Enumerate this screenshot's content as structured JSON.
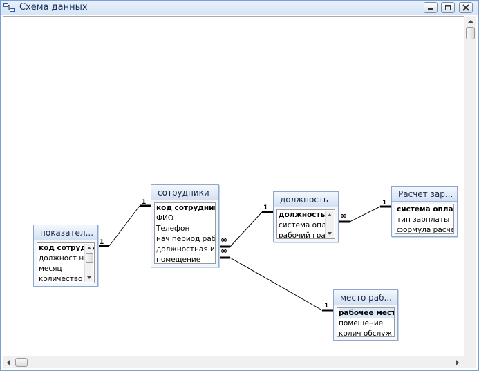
{
  "window": {
    "title": "Схема данных",
    "icon": "relationships-icon"
  },
  "tables": {
    "pokazateli": {
      "title": "показател...",
      "fields": [
        "код сотрудни",
        "должност на",
        "месяц",
        "количество о"
      ]
    },
    "sotrudniki": {
      "title": "сотрудники",
      "fields": [
        "код сотрудника",
        "ФИО",
        "Телефон",
        "нач период работ",
        "должностная инс",
        "помещение"
      ]
    },
    "dolzhnost": {
      "title": "должность",
      "fields": [
        "должность н",
        "система опла",
        "рабочий граф"
      ]
    },
    "raschet": {
      "title": "Расчет зар...",
      "fields": [
        "система оплаты",
        "тип зарплаты",
        "формула расчета"
      ]
    },
    "mesto": {
      "title": "место раб...",
      "fields": [
        "рабочее место",
        "помещение",
        "колич обслуж ст"
      ]
    }
  },
  "relationships": [
    {
      "from": "показател...",
      "to": "сотрудники",
      "from_label": "1",
      "to_label": "1"
    },
    {
      "from": "сотрудники",
      "to": "должность",
      "from_label": "∞",
      "to_label": "1"
    },
    {
      "from": "должность",
      "to": "Расчет зар...",
      "from_label": "∞",
      "to_label": "1"
    },
    {
      "from": "сотрудники",
      "to": "место раб...",
      "from_label": "∞",
      "to_label": "1"
    }
  ],
  "labels": {
    "one": "1",
    "many": "∞"
  },
  "colors": {
    "title_text": "#15305a",
    "frame": "#7b9fd4",
    "table_header": "#d3e0f3"
  }
}
